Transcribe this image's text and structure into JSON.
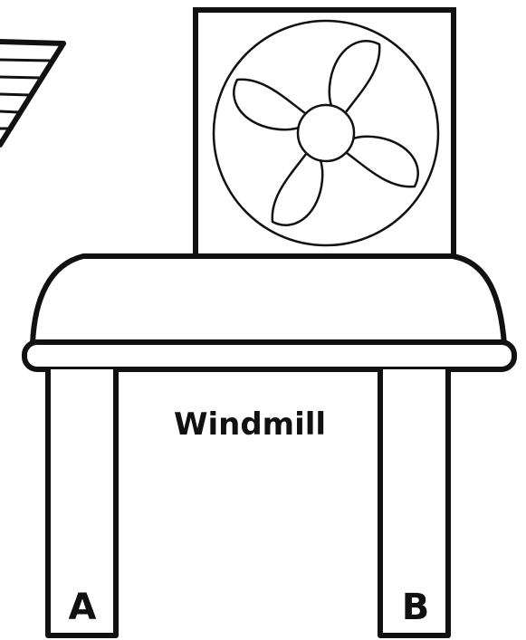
{
  "diagram": {
    "title": "Windmill",
    "legs": [
      {
        "id": "A",
        "label": "A"
      },
      {
        "id": "B",
        "label": "B"
      }
    ],
    "fan_blade_count": 4,
    "colors": {
      "stroke": "#111111",
      "fill": "#ffffff",
      "background": "#ffffff"
    },
    "icons": {
      "fan": "fan-icon",
      "stripes": "striped-wedge"
    }
  }
}
